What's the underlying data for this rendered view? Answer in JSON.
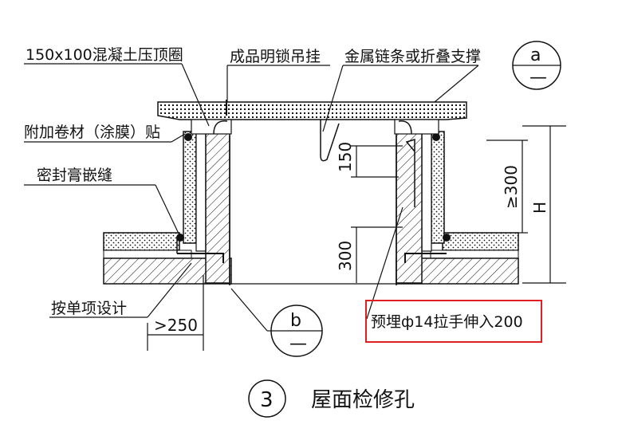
{
  "labels": {
    "collar": "150x100混凝土压顶圈",
    "lock": "成品明锁吊挂",
    "chain": "金属链条或折叠支撑",
    "extra_membrane": "附加卷材（涂膜）贴",
    "sealant": "密封膏嵌缝",
    "per_item": "按单项设计",
    "embedded_handle": "预埋ф14拉手伸入200"
  },
  "dimensions": {
    "d150": "150",
    "d300_left": "300",
    "d300_right": "≥300",
    "dH": "H",
    "d250": ">250"
  },
  "callouts": {
    "a_top": "a",
    "a_bottom": "—",
    "b_top": "b",
    "b_bottom": "—"
  },
  "title": {
    "number": "3",
    "text": "屋面检修孔"
  },
  "colors": {
    "line": "#111111",
    "highlight_box": "#e02020"
  }
}
